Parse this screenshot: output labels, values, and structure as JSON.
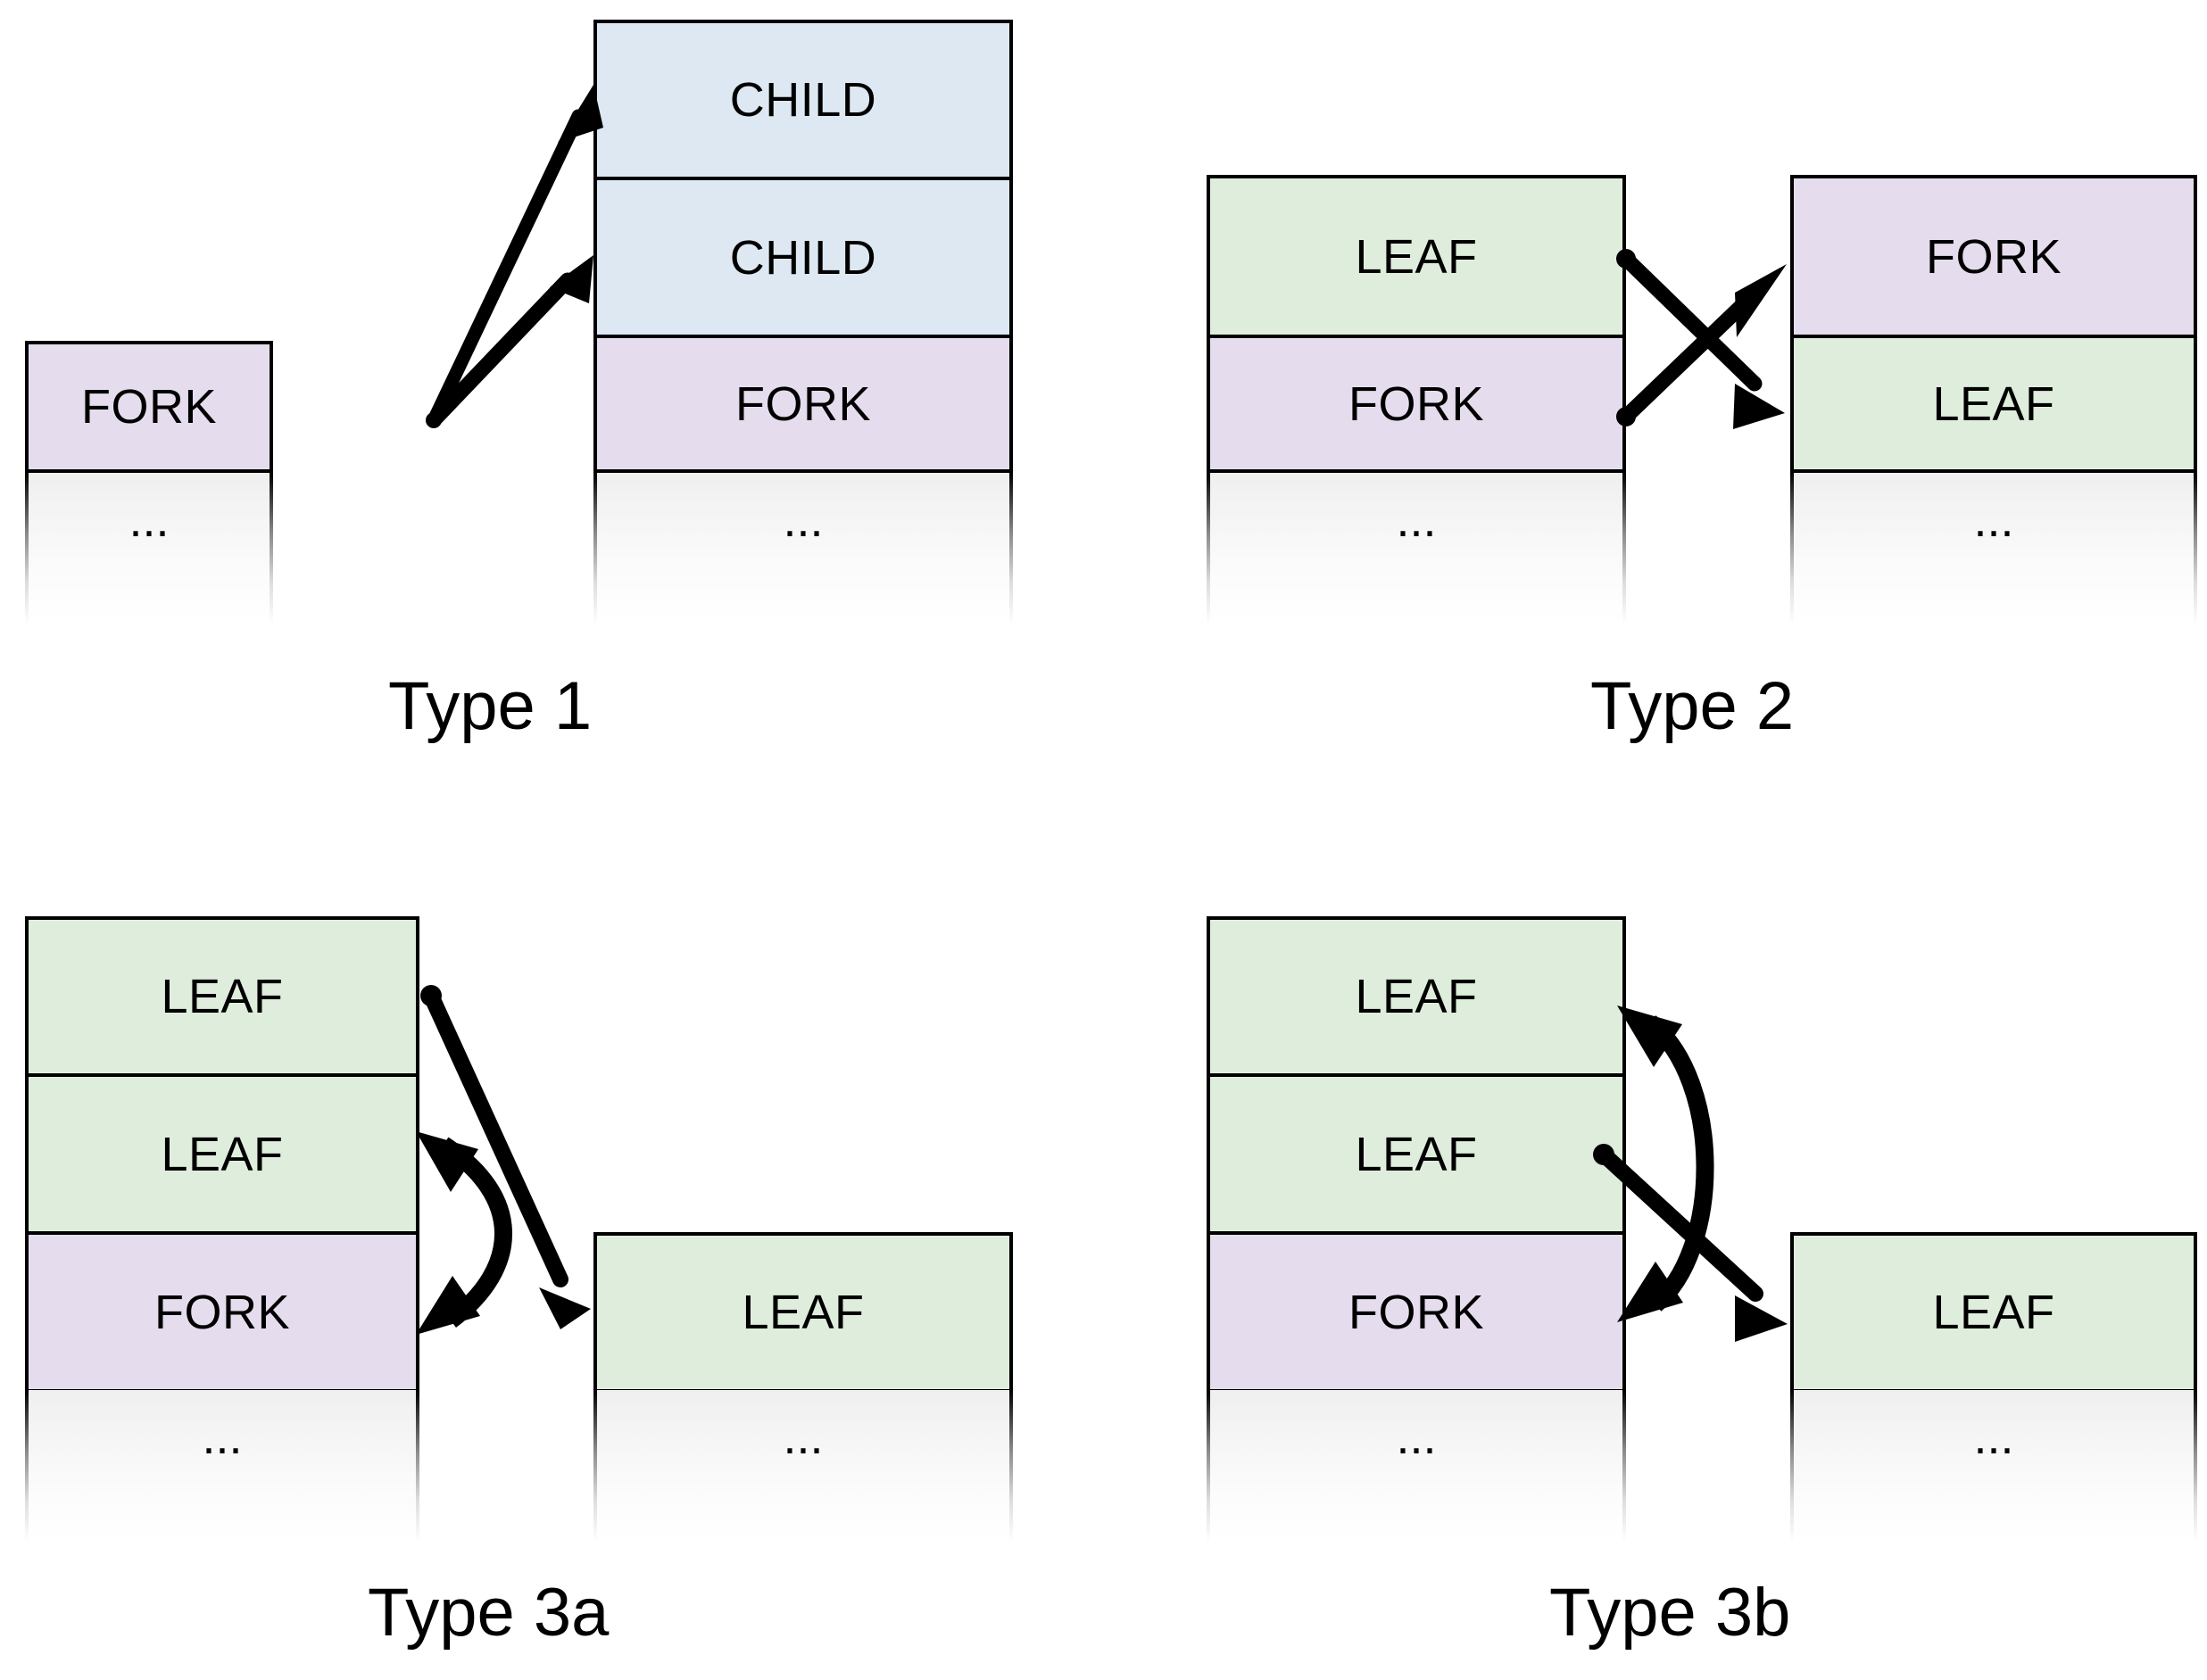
{
  "figure": {
    "title_present": false,
    "colors": {
      "fork_fill": "#e5ddee",
      "leaf_fill": "#dfeedc",
      "child_fill": "#dde8f3",
      "continuation_fill": "#efefef",
      "stroke": "#000000",
      "background": "#ffffff"
    },
    "node_labels": {
      "fork": "FORK",
      "leaf": "LEAF",
      "child": "CHILD",
      "ellipsis": "..."
    }
  },
  "panels": [
    {
      "id": "type-1",
      "caption": "Type 1",
      "left_stack": {
        "cells": [
          {
            "label": "FORK",
            "kind": "fork"
          }
        ],
        "continuation": "..."
      },
      "right_stack": {
        "cells": [
          {
            "label": "CHILD",
            "kind": "child"
          },
          {
            "label": "CHILD",
            "kind": "child"
          },
          {
            "label": "FORK",
            "kind": "fork"
          }
        ],
        "continuation": "..."
      },
      "arrows": [
        {
          "from": "left FORK",
          "to": "right CHILD (top)",
          "style": "straight",
          "heads": "single"
        },
        {
          "from": "left FORK",
          "to": "right CHILD (second)",
          "style": "straight",
          "heads": "single"
        }
      ]
    },
    {
      "id": "type-2",
      "caption": "Type 2",
      "left_stack": {
        "cells": [
          {
            "label": "LEAF",
            "kind": "leaf"
          },
          {
            "label": "FORK",
            "kind": "fork"
          }
        ],
        "continuation": "..."
      },
      "right_stack": {
        "cells": [
          {
            "label": "FORK",
            "kind": "fork"
          },
          {
            "label": "LEAF",
            "kind": "leaf"
          }
        ],
        "continuation": "..."
      },
      "arrows": [
        {
          "from": "left LEAF",
          "to": "right LEAF",
          "style": "straight",
          "heads": "single"
        },
        {
          "from": "left FORK",
          "to": "right FORK",
          "style": "straight",
          "heads": "single"
        }
      ]
    },
    {
      "id": "type-3a",
      "caption": "Type 3a",
      "left_stack": {
        "cells": [
          {
            "label": "LEAF",
            "kind": "leaf"
          },
          {
            "label": "LEAF",
            "kind": "leaf"
          },
          {
            "label": "FORK",
            "kind": "fork"
          }
        ],
        "continuation": "..."
      },
      "right_stack": {
        "cells": [
          {
            "label": "LEAF",
            "kind": "leaf"
          }
        ],
        "continuation": "..."
      },
      "arrows": [
        {
          "from": "left LEAF (top)",
          "to": "right LEAF",
          "style": "straight",
          "heads": "single"
        },
        {
          "from": "left LEAF (second)",
          "to": "left FORK",
          "style": "curved",
          "heads": "double"
        }
      ]
    },
    {
      "id": "type-3b",
      "caption": "Type 3b",
      "left_stack": {
        "cells": [
          {
            "label": "LEAF",
            "kind": "leaf"
          },
          {
            "label": "LEAF",
            "kind": "leaf"
          },
          {
            "label": "FORK",
            "kind": "fork"
          }
        ],
        "continuation": "..."
      },
      "right_stack": {
        "cells": [
          {
            "label": "LEAF",
            "kind": "leaf"
          }
        ],
        "continuation": "..."
      },
      "arrows": [
        {
          "from": "left LEAF (top)",
          "to": "left FORK",
          "style": "curved",
          "heads": "double"
        },
        {
          "from": "left LEAF (second)",
          "to": "right LEAF",
          "style": "straight",
          "heads": "single"
        }
      ]
    }
  ]
}
